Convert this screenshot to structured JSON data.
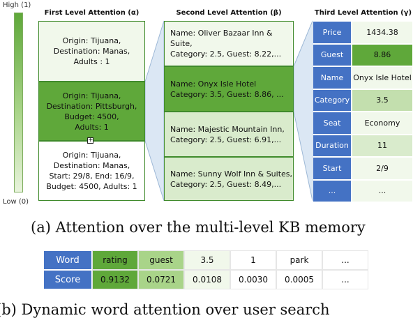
{
  "scale": {
    "high": "High (1)",
    "low": "Low (0)"
  },
  "first_level": {
    "title": "First Level Attention (α)",
    "items": [
      {
        "lines": [
          "Origin: Tijuana,",
          "Destination: Manas,",
          "Adults : 1"
        ],
        "color": "#f1f8eb"
      },
      {
        "lines": [
          "Origin: Tijuana,",
          "Destination: Pittsburgh,",
          "Budget: 4500,",
          "Adults: 1"
        ],
        "color": "#5fa83a"
      },
      {
        "lines": [
          "Origin: Tijuana,",
          "Destination: Manas,",
          "Start: 29/8, End: 16/9,",
          "Budget: 4500, Adults: 1"
        ],
        "color": "#ffffff"
      }
    ]
  },
  "second_level": {
    "title": "Second Level Attention (β)",
    "items": [
      {
        "lines": [
          "Name: Oliver Bazaar Inn & Suite,",
          "Category: 2.5, Guest: 8.22,..."
        ],
        "color": "#f1f8eb"
      },
      {
        "lines": [
          "Name: Onyx Isle Hotel",
          "Category: 3.5, Guest: 8.86, ..."
        ],
        "color": "#5fa83a"
      },
      {
        "lines": [
          "Name: Majestic Mountain Inn,",
          "Category: 2.5, Guest: 6.91,..."
        ],
        "color": "#d9ebcc"
      },
      {
        "lines": [
          "Name: Sunny Wolf Inn & Suites,",
          "Category: 2.5, Guest: 8.49,..."
        ],
        "color": "#d9ebcc"
      }
    ]
  },
  "third_level": {
    "title": "Third Level Attention (γ)",
    "rows": [
      {
        "key": "Price",
        "value": "1434.38",
        "color": "#f1f8eb"
      },
      {
        "key": "Guest",
        "value": "8.86",
        "color": "#5fa83a"
      },
      {
        "key": "Name",
        "value": "Onyx Isle Hotel",
        "color": "#f1f8eb"
      },
      {
        "key": "Category",
        "value": "3.5",
        "color": "#c3dfae"
      },
      {
        "key": "Seat",
        "value": "Economy",
        "color": "#f1f8eb"
      },
      {
        "key": "Duration",
        "value": "11",
        "color": "#d9ebcc"
      },
      {
        "key": "Start",
        "value": "2/9",
        "color": "#f1f8eb"
      },
      {
        "key": "...",
        "value": "...",
        "color": "#f1f8eb"
      }
    ]
  },
  "caption_a": "(a) Attention over the multi-level KB memory",
  "word_table": {
    "row_labels": [
      "Word",
      "Score"
    ],
    "words": [
      "rating",
      "guest",
      "3.5",
      "1",
      "park",
      "..."
    ],
    "scores": [
      "0.9132",
      "0.0721",
      "0.0108",
      "0.0030",
      "0.0005",
      "..."
    ],
    "colors": [
      "#5fa83a",
      "#a9d489",
      "#f1f8eb",
      "#ffffff",
      "#ffffff",
      "#ffffff"
    ]
  },
  "caption_b": "(b) Dynamic word attention over user search"
}
